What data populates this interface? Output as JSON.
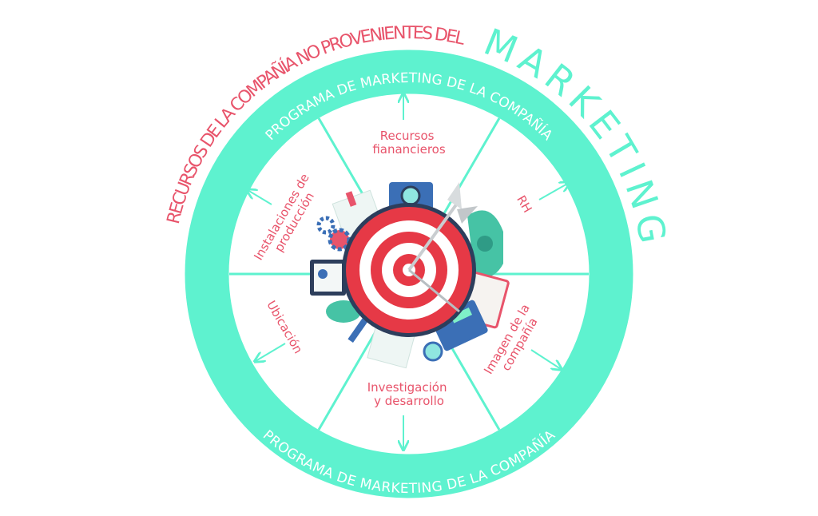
{
  "title": {
    "line": "RECURSOS DE LA COMPAÑÍA NO PROVENIENTES DEL",
    "emphasis": "MARKETING"
  },
  "ring": {
    "top": "PROGRAMA DE MARKETING DE LA COMPAÑÍA",
    "bottom": "PROGRAMA DE MARKETING DE LA COMPAÑÍA"
  },
  "segments": [
    {
      "lines": [
        "Recursos",
        "fianancieros"
      ]
    },
    {
      "lines": [
        "RH"
      ]
    },
    {
      "lines": [
        "Imagen de la",
        "compañía"
      ]
    },
    {
      "lines": [
        "Investigación",
        "y desarrollo"
      ]
    },
    {
      "lines": [
        "Ubicación"
      ]
    },
    {
      "lines": [
        "Instalaciones de",
        "producción"
      ]
    }
  ],
  "colors": {
    "mint": "#5ef2cf",
    "pink": "#e8546b",
    "red": "#e63946",
    "navy": "#2d3e5c"
  }
}
